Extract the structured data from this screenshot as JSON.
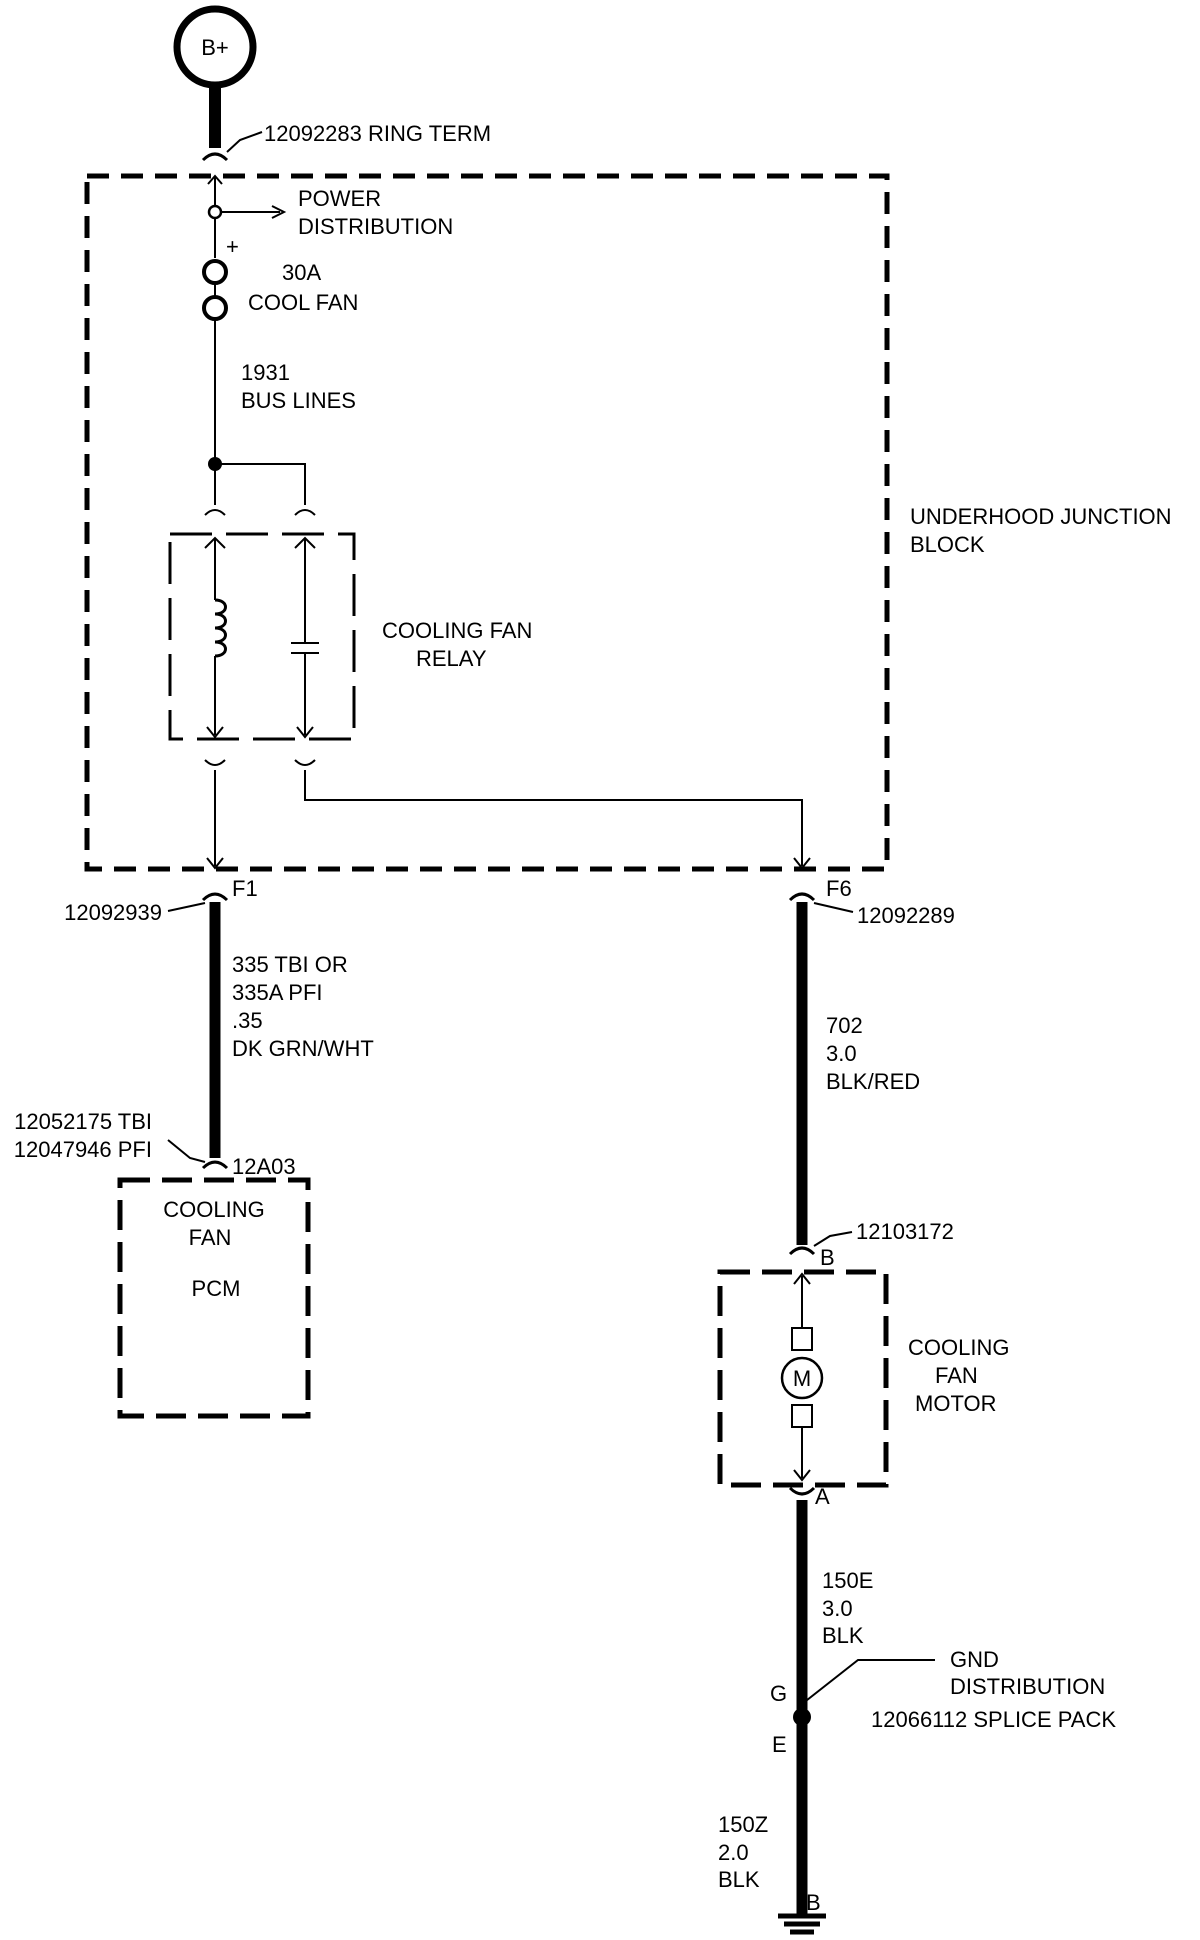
{
  "battery": {
    "label": "B+"
  },
  "ring_term": {
    "label": "12092283 RING TERM"
  },
  "power_distribution": {
    "line1": "POWER",
    "line2": "DISTRIBUTION"
  },
  "fuse": {
    "plus": "+",
    "rating": "30A",
    "name": "COOL FAN"
  },
  "bus_lines": {
    "line1": "1931",
    "line2": "BUS LINES"
  },
  "junction_block": {
    "line1": "UNDERHOOD JUNCTION",
    "line2": "BLOCK"
  },
  "relay": {
    "line1": "COOLING FAN",
    "line2": "RELAY"
  },
  "connector_f1": {
    "pin": "F1",
    "part": "12092939"
  },
  "connector_f6": {
    "pin": "F6",
    "part": "12092289"
  },
  "wire_335": {
    "line1": "335 TBI OR",
    "line2": "335A PFI",
    "line3": ".35",
    "line4": "DK GRN/WHT"
  },
  "pcm_connector": {
    "line1": "12052175 TBI",
    "line2": "12047946 PFI",
    "pin": "12A03"
  },
  "pcm": {
    "line1": "COOLING",
    "line2": "FAN",
    "line3": "PCM"
  },
  "wire_702": {
    "line1": "702",
    "line2": "3.0",
    "line3": "BLK/RED"
  },
  "motor_connector": {
    "part": "12103172",
    "pin_b": "B",
    "pin_a": "A"
  },
  "motor": {
    "symbol": "M",
    "line1": "COOLING",
    "line2": "FAN",
    "line3": "MOTOR"
  },
  "wire_150e": {
    "line1": "150E",
    "line2": "3.0",
    "line3": "BLK"
  },
  "gnd_distribution": {
    "line1": "GND",
    "line2": "DISTRIBUTION",
    "splice": "12066112 SPLICE PACK",
    "pin_g": "G",
    "pin_e": "E"
  },
  "wire_150z": {
    "line1": "150Z",
    "line2": "2.0",
    "line3": "BLK",
    "pin_b": "B"
  }
}
